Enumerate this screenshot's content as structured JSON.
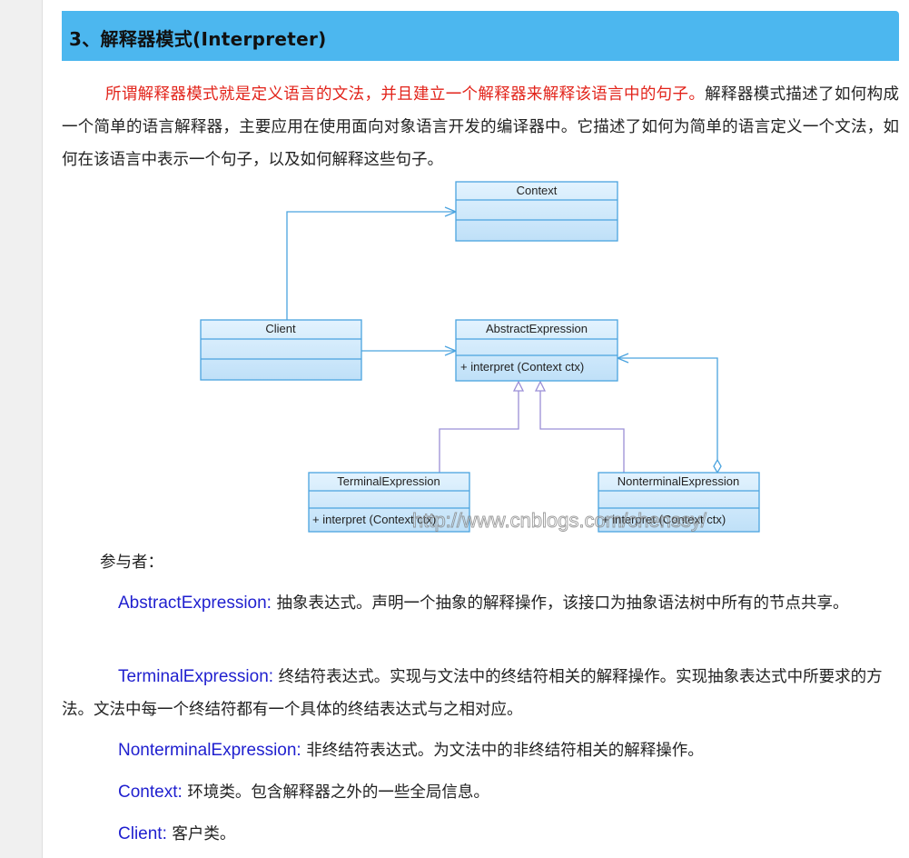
{
  "section": {
    "heading": "3、解释器模式(Interpreter)",
    "intro_highlight": "所谓解释器模式就是定义语言的文法，并且建立一个解释器来解释该语言中的句子。",
    "intro_rest": "解释器模式描述了如何构成一个简单的语言解释器，主要应用在使用面向对象语言开发的编译器中。它描述了如何为简单的语言定义一个文法，如何在该语言中表示一个句子，以及如何解释这些句子。"
  },
  "diagram": {
    "classes": {
      "context": {
        "name": "Context"
      },
      "client": {
        "name": "Client"
      },
      "abstract": {
        "name": "AbstractExpression",
        "method": "+ interpret (Context ctx)"
      },
      "terminal": {
        "name": "TerminalExpression",
        "method": "+ interpret (Context ctx)"
      },
      "nonterminal": {
        "name": "NonterminalExpression",
        "method": "+ interpret (Context ctx)"
      }
    },
    "watermark": "http://www.cnblogs.com/chenssy/",
    "colors": {
      "box_fill": "#cde7fb",
      "box_stroke": "#4aa3df",
      "arrow": "#4aa3df",
      "inherit": "#9b8fd6"
    }
  },
  "participants": {
    "label": "参与者：",
    "items": [
      {
        "term": "AbstractExpression:",
        "desc": " 抽象表达式。声明一个抽象的解释操作，该接口为抽象语法树中所有的节点共享。"
      },
      {
        "term": "TerminalExpression:",
        "desc": " 终结符表达式。实现与文法中的终结符相关的解释操作。实现抽象表达式中所要求的方法。文法中每一个终结符都有一个具体的终结表达式与之相对应。"
      },
      {
        "term": "NonterminalExpression:",
        "desc": " 非终结符表达式。为文法中的非终结符相关的解释操作。"
      },
      {
        "term": "Context:",
        "desc": " 环境类。包含解释器之外的一些全局信息。"
      },
      {
        "term": "Client:",
        "desc": " 客户类。"
      }
    ]
  }
}
